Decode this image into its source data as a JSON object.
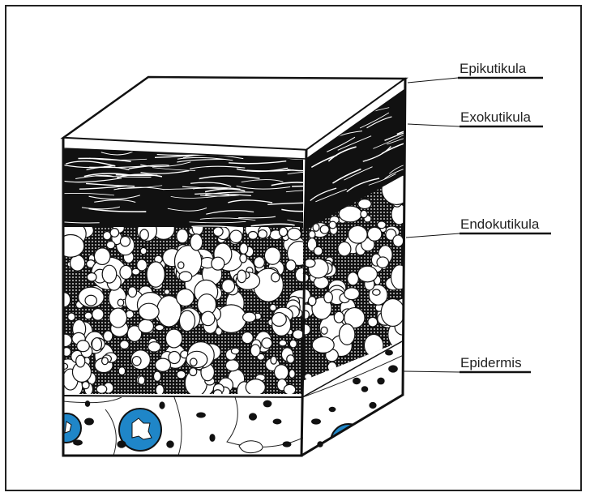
{
  "diagram": {
    "labels": [
      {
        "id": "epikutikula",
        "text": "Epikutikula"
      },
      {
        "id": "exokutikula",
        "text": "Exokutikula"
      },
      {
        "id": "endokutikula",
        "text": "Endokutikula"
      },
      {
        "id": "epidermis",
        "text": "Epidermis"
      }
    ],
    "colors": {
      "outline": "#1a1a1a",
      "nucleus": "#1f86c8",
      "background": "#ffffff"
    }
  }
}
